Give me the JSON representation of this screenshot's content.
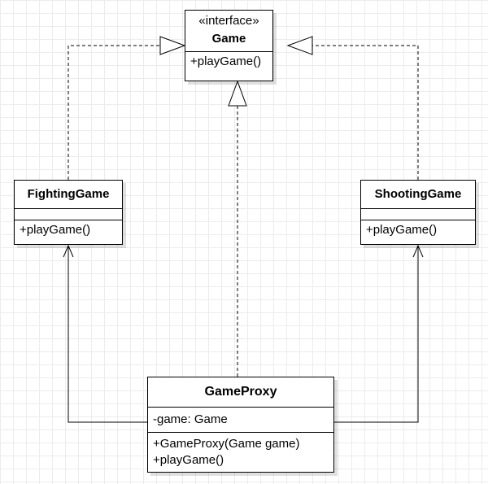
{
  "diagram": {
    "grid_color": "#ececec",
    "line_color": "#000000",
    "classes": {
      "game": {
        "stereotype": "«interface»",
        "name": "Game",
        "attributes": [],
        "operations": [
          "+playGame()"
        ]
      },
      "fighting_game": {
        "name": "FightingGame",
        "attributes": [],
        "operations": [
          "+playGame()"
        ]
      },
      "shooting_game": {
        "name": "ShootingGame",
        "attributes": [],
        "operations": [
          "+playGame()"
        ]
      },
      "game_proxy": {
        "name": "GameProxy",
        "attributes": [
          "-game: Game"
        ],
        "operations": [
          "+GameProxy(Game game)",
          "+playGame()"
        ]
      }
    },
    "relationships": [
      {
        "type": "realization",
        "from": "FightingGame",
        "to": "Game"
      },
      {
        "type": "realization",
        "from": "ShootingGame",
        "to": "Game"
      },
      {
        "type": "realization",
        "from": "GameProxy",
        "to": "Game"
      },
      {
        "type": "association",
        "from": "GameProxy",
        "to": "FightingGame"
      },
      {
        "type": "association",
        "from": "GameProxy",
        "to": "ShootingGame"
      }
    ]
  }
}
